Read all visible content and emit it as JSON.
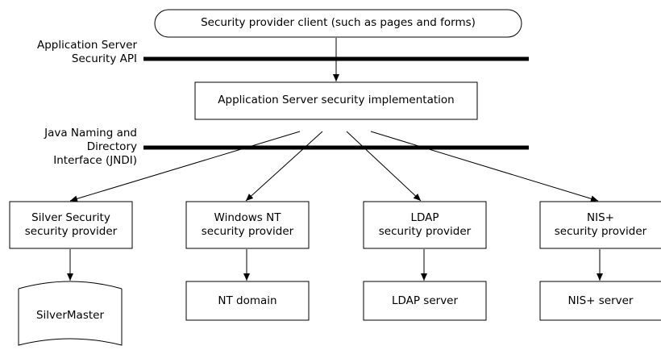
{
  "client": "Security provider client (such as pages and forms)",
  "api_label": [
    "Application Server",
    "Security API"
  ],
  "implementation": "Application Server security implementation",
  "jndi_label": [
    "Java Naming and",
    "Directory",
    "Interface (JNDI)"
  ],
  "providers": [
    {
      "name": [
        "Silver Security",
        "security provider"
      ],
      "backend": "SilverMaster"
    },
    {
      "name": [
        "Windows NT",
        "security provider"
      ],
      "backend": "NT domain"
    },
    {
      "name": [
        "LDAP",
        "security provider"
      ],
      "backend": "LDAP server"
    },
    {
      "name": [
        "NIS+",
        "security provider"
      ],
      "backend": "NIS+ server"
    }
  ]
}
